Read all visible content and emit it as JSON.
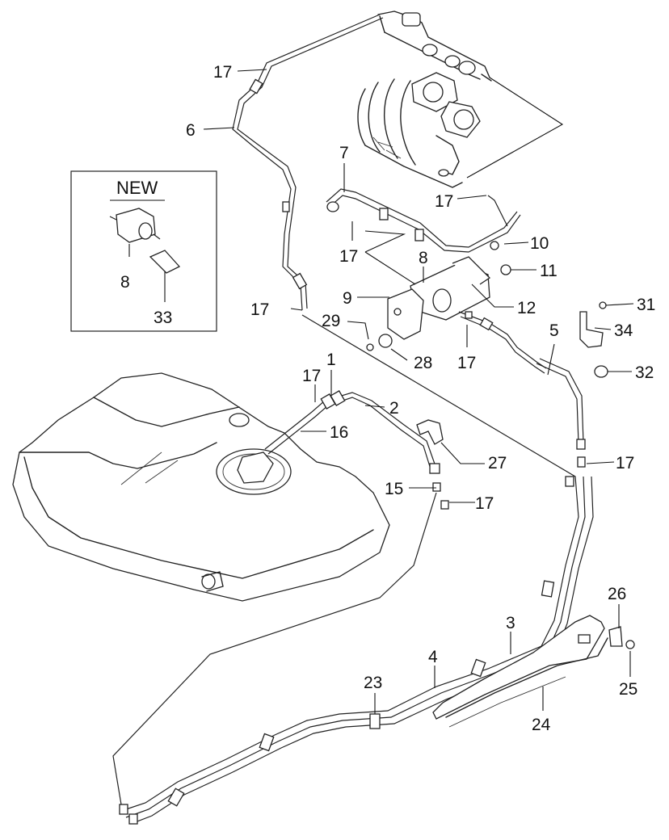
{
  "inset": {
    "heading": "NEW",
    "labels": [
      "8",
      "33"
    ]
  },
  "callouts": [
    "17",
    "6",
    "7",
    "17",
    "17",
    "10",
    "8",
    "11",
    "9",
    "12",
    "31",
    "17",
    "29",
    "28",
    "17",
    "5",
    "34",
    "32",
    "1",
    "2",
    "17",
    "16",
    "27",
    "17",
    "15",
    "17",
    "3",
    "4",
    "23",
    "24",
    "26",
    "25"
  ]
}
